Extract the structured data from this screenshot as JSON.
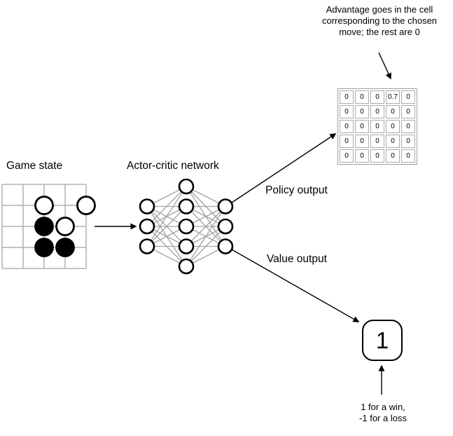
{
  "labels": {
    "game_state": "Game state",
    "actor_critic": "Actor-critic network",
    "policy_output": "Policy output",
    "value_output": "Value output"
  },
  "annotations": {
    "advantage": "Advantage goes in the cell corresponding to the chosen move; the rest are 0",
    "reward_line1": "1 for a win,",
    "reward_line2": "-1 for a loss"
  },
  "policy_grid": {
    "rows": [
      [
        "0",
        "0",
        "0",
        "0.7",
        "0"
      ],
      [
        "0",
        "0",
        "0",
        "0",
        "0"
      ],
      [
        "0",
        "0",
        "0",
        "0",
        "0"
      ],
      [
        "0",
        "0",
        "0",
        "0",
        "0"
      ],
      [
        "0",
        "0",
        "0",
        "0",
        "0"
      ]
    ]
  },
  "value_output": {
    "value": "1"
  },
  "board": {
    "grid_lines": 5,
    "stones": [
      {
        "col": 2,
        "row": 1,
        "color": "white"
      },
      {
        "col": 4,
        "row": 1,
        "color": "white"
      },
      {
        "col": 3,
        "row": 2,
        "color": "white"
      },
      {
        "col": 2,
        "row": 2,
        "color": "black"
      },
      {
        "col": 2,
        "row": 3,
        "color": "black"
      },
      {
        "col": 3,
        "row": 3,
        "color": "black"
      }
    ]
  },
  "network": {
    "layers": [
      3,
      5,
      3
    ]
  },
  "colors": {
    "edge_gray": "#a3a3a3",
    "board_line_gray": "#b0b0b0",
    "ink": "#000000"
  }
}
